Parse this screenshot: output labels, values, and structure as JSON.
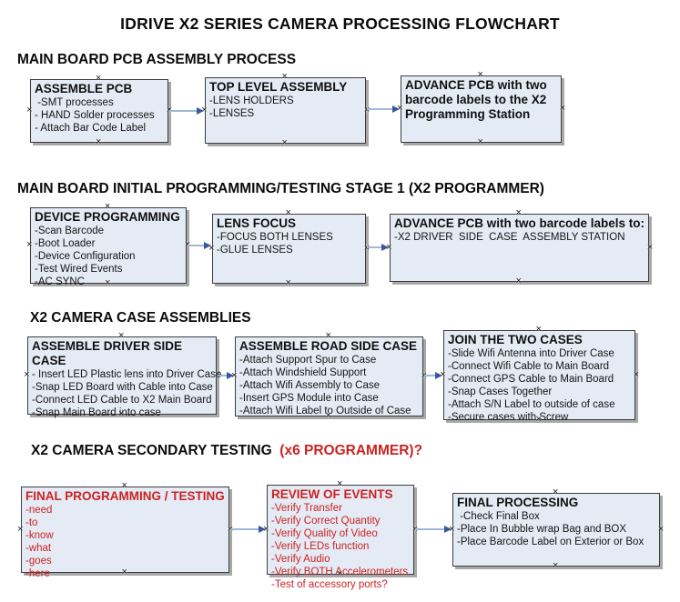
{
  "title": "IDRIVE X2  SERIES CAMERA PROCESSING FLOWCHART",
  "colors": {
    "box_fill": "#e4ebf5",
    "box_border": "#3c3c3c",
    "box_shadow": "#a8a8a8",
    "red_text": "#cc2222",
    "arrow_line": "#a3b6d6",
    "arrow_head": "#38589e"
  },
  "icons": {
    "anchor_marker": "×",
    "arrow": "→"
  },
  "sections": [
    {
      "heading": "MAIN BOARD PCB ASSEMBLY PROCESS",
      "boxes": [
        {
          "title": "ASSEMBLE PCB",
          "lines": [
            " -SMT processes",
            "- HAND Solder processes",
            "- Attach Bar Code Label"
          ]
        },
        {
          "title": "TOP LEVEL ASSEMBLY",
          "lines": [
            "-LENS HOLDERS",
            "-LENSES"
          ]
        },
        {
          "title": "ADVANCE PCB with two barcode labels to the  X2 Programming Station",
          "lines": []
        }
      ]
    },
    {
      "heading": "MAIN BOARD INITIAL PROGRAMMING/TESTING STAGE 1 (X2 PROGRAMMER)",
      "boxes": [
        {
          "title": "DEVICE PROGRAMMING",
          "lines": [
            "-Scan Barcode",
            "-Boot Loader",
            "-Device Configuration",
            "-Test Wired Events",
            "-AC SYNC"
          ]
        },
        {
          "title": "LENS FOCUS",
          "lines": [
            "-FOCUS BOTH LENSES",
            "-GLUE LENSES"
          ]
        },
        {
          "title": "ADVANCE PCB with two barcode labels to:",
          "lines": [
            "-X2 DRIVER  SIDE  CASE  ASSEMBLY STATION"
          ]
        }
      ]
    },
    {
      "heading": "X2 CAMERA CASE ASSEMBLIES",
      "boxes": [
        {
          "title": "ASSEMBLE DRIVER SIDE CASE",
          "lines": [
            "- Insert LED Plastic lens into Driver Case",
            "-Snap LED Board with Cable into Case",
            "-Connect LED Cable to X2 Main Board",
            "-Snap Main Board into case"
          ]
        },
        {
          "title": "ASSEMBLE ROAD SIDE CASE",
          "lines": [
            "-Attach Support Spur to Case",
            "-Attach Windshield Support",
            "-Attach Wifi Assembly to Case",
            "-Insert GPS Module into Case",
            "-Attach Wifi Label to Outside of Case"
          ]
        },
        {
          "title": "JOIN THE TWO CASES",
          "lines": [
            "-Slide Wifi Antenna into Driver Case",
            "-Connect Wifi Cable to Main Board",
            "-Connect GPS Cable to Main Board",
            "-Snap Cases Together",
            "-Attach S/N Label to outside of case",
            "-Secure cases with Screw"
          ]
        }
      ]
    },
    {
      "heading_black": "X2 CAMERA SECONDARY TESTING ",
      "heading_red": " (x6 PROGRAMMER)?",
      "boxes": [
        {
          "title": "FINAL PROGRAMMING / TESTING",
          "lines": [
            "-need",
            "-to",
            "-know",
            "-what",
            "-goes",
            "-here"
          ]
        },
        {
          "title": "REVIEW OF EVENTS",
          "lines": [
            "-Verify Transfer",
            "-Verify Correct Quantity",
            "-Verify Quality of Video",
            "-Verify LEDs function",
            "-Verify Audio",
            "-Verify BOTH Accelerometers",
            "-Test of accessory ports?"
          ]
        },
        {
          "title": "FINAL PROCESSING",
          "lines": [
            " -Check Final Box",
            "-Place In Bubble wrap Bag and BOX",
            "-Place Barcode Label on Exterior or Box"
          ]
        }
      ]
    }
  ]
}
